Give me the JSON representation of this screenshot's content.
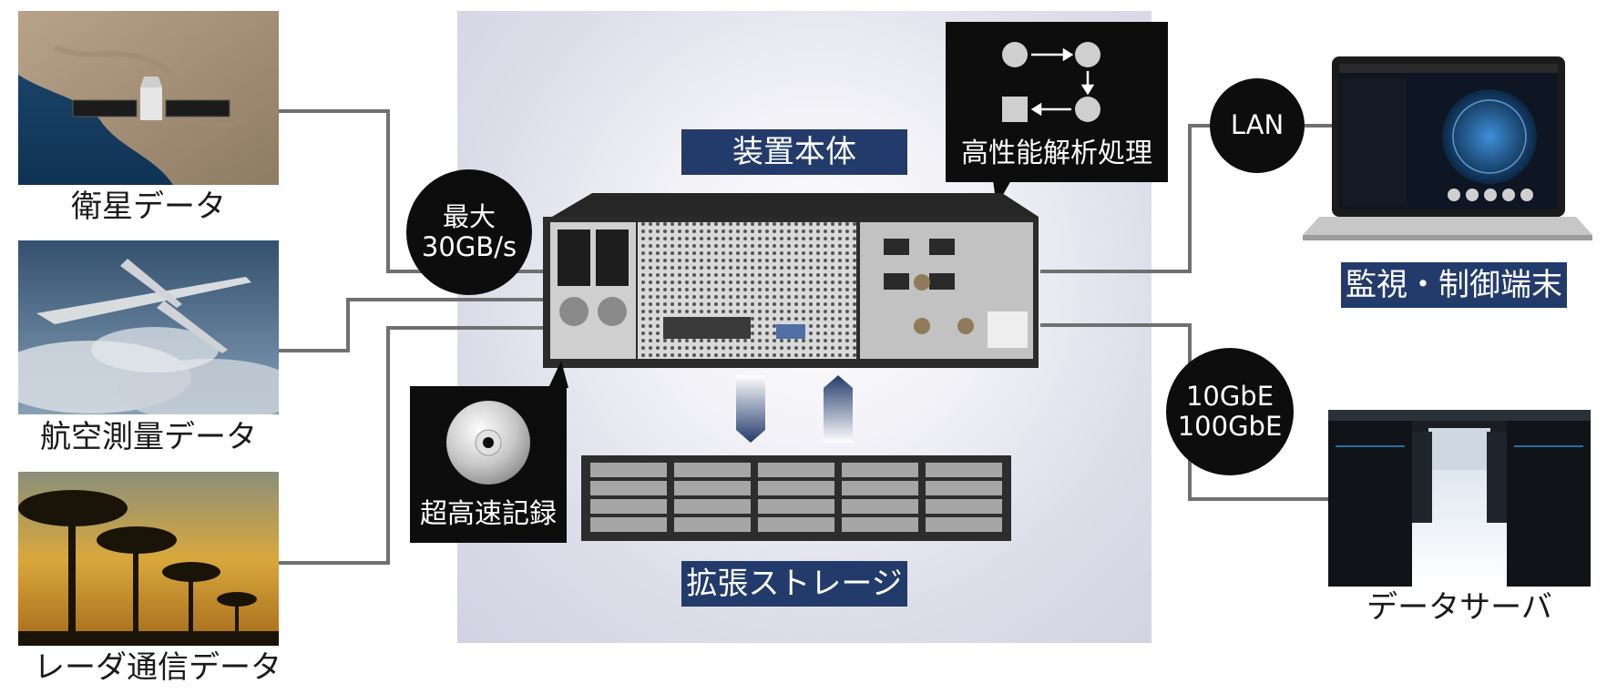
{
  "inputs": {
    "satellite": "衛星データ",
    "aerial": "航空測量データ",
    "radar": "レーダ通信データ"
  },
  "device": {
    "main_label": "装置本体",
    "throughput_line1": "最大",
    "throughput_line2": "30GB/s",
    "processing_label": "高性能解析処理",
    "recording_label": "超高速記録",
    "storage_label": "拡張ストレージ"
  },
  "outputs": {
    "lan_label": "LAN",
    "terminal_label": "監視・制御端末",
    "ethernet_line1": "10GbE",
    "ethernet_line2": "100GbE",
    "server_label": "データサーバ"
  },
  "colors": {
    "navy": "#233b6b",
    "black": "#0d0d0d",
    "connector": "#707070"
  }
}
